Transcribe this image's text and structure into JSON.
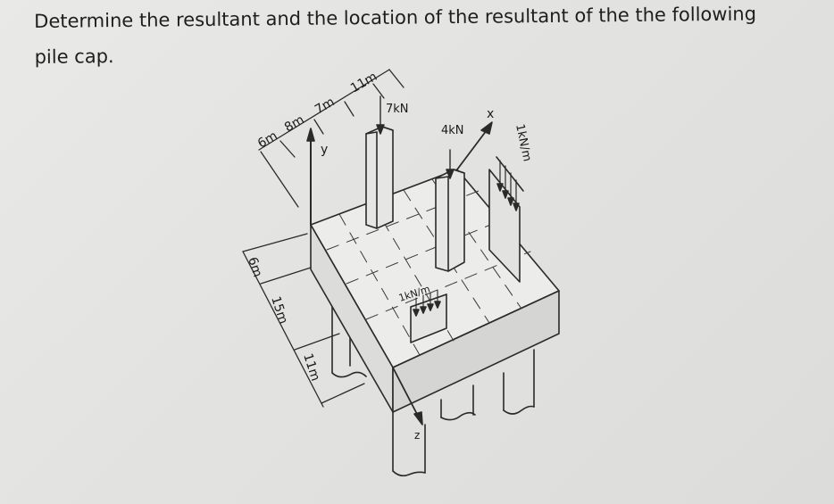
{
  "question": {
    "line1": "Determine the resultant and the location of the resultant of the the following",
    "line2": "pile cap."
  },
  "figure": {
    "top_dimensions": [
      "6m",
      "8m",
      "7m",
      "11m"
    ],
    "side_dimensions": [
      "6m",
      "15m",
      "11m"
    ],
    "loads": {
      "column_a": "7kN",
      "column_b": "4kN",
      "line_load_edge": "1kN/m",
      "line_load_center": "1kN/m"
    },
    "axes": {
      "x": "x",
      "y": "y",
      "z": "z"
    }
  }
}
